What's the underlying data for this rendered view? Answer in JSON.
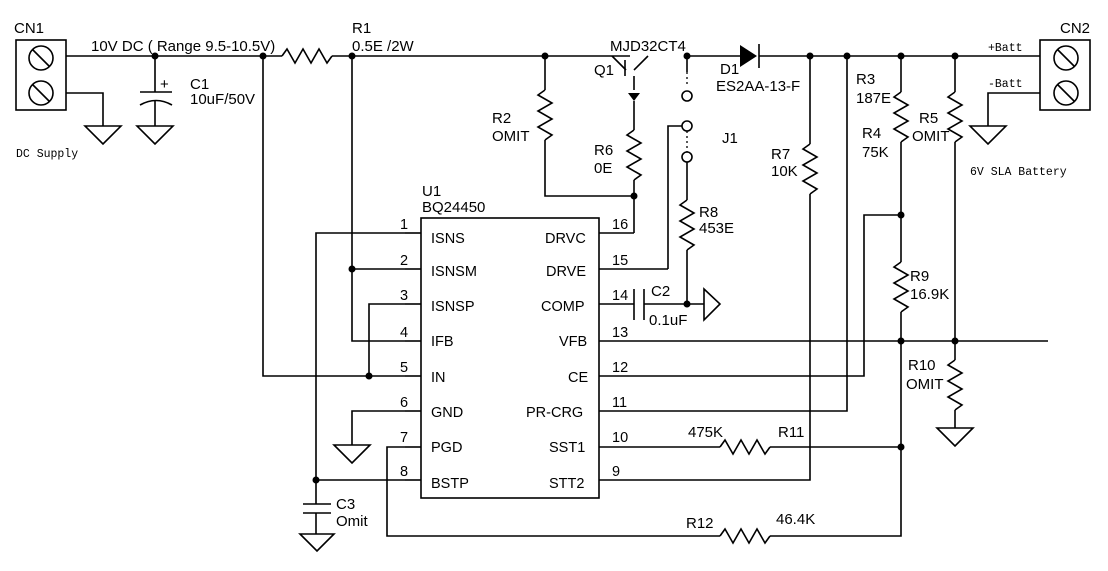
{
  "connectors": {
    "cn1": "CN1",
    "cn2": "CN2",
    "batt_pos": "+Batt",
    "batt_neg": "-Batt",
    "dc_supply": "DC Supply",
    "battery": "6V SLA Battery"
  },
  "input_label": "10V DC ( Range 9.5-10.5V)",
  "components": {
    "r1_name": "R1",
    "r1_value": "0.5E /2W",
    "c1_name": "C1",
    "c1_value": "10uF/50V",
    "c1_plus": "+",
    "q1_part": "MJD32CT4",
    "q1_name": "Q1",
    "d1_name": "D1",
    "d1_value": "ES2AA-13-F",
    "r2_name": "R2",
    "r2_value": "OMIT",
    "r6_name": "R6",
    "r6_value": "0E",
    "j1_name": "J1",
    "r8_name": "R8",
    "r8_value": "453E",
    "r7_name": "R7",
    "r7_value": "10K",
    "r3_name": "R3",
    "r3_value": "187E",
    "r4_name": "R4",
    "r4_value": "75K",
    "r5_name": "R5",
    "r5_value": "OMIT",
    "r9_name": "R9",
    "r9_value": "16.9K",
    "r10_name": "R10",
    "r10_value": "OMIT",
    "c2_name": "C2",
    "c2_value": "0.1uF",
    "c3_name": "C3",
    "c3_value": "Omit",
    "r11_name": "R11",
    "r11_value": "475K",
    "r12_name": "R12",
    "r12_value": "46.4K",
    "u1_name": "U1",
    "u1_part": "BQ24450"
  },
  "ic_pins_left": [
    {
      "num": "1",
      "name": "ISNS"
    },
    {
      "num": "2",
      "name": "ISNSM"
    },
    {
      "num": "3",
      "name": "ISNSP"
    },
    {
      "num": "4",
      "name": "IFB"
    },
    {
      "num": "5",
      "name": "IN"
    },
    {
      "num": "6",
      "name": "GND"
    },
    {
      "num": "7",
      "name": "PGD"
    },
    {
      "num": "8",
      "name": "BSTP"
    }
  ],
  "ic_pins_right": [
    {
      "num": "16",
      "name": "DRVC"
    },
    {
      "num": "15",
      "name": "DRVE"
    },
    {
      "num": "14",
      "name": "COMP"
    },
    {
      "num": "13",
      "name": "VFB"
    },
    {
      "num": "12",
      "name": "CE"
    },
    {
      "num": "11",
      "name": "PR-CRG"
    },
    {
      "num": "10",
      "name": "SST1"
    },
    {
      "num": "9",
      "name": "STT2"
    }
  ]
}
